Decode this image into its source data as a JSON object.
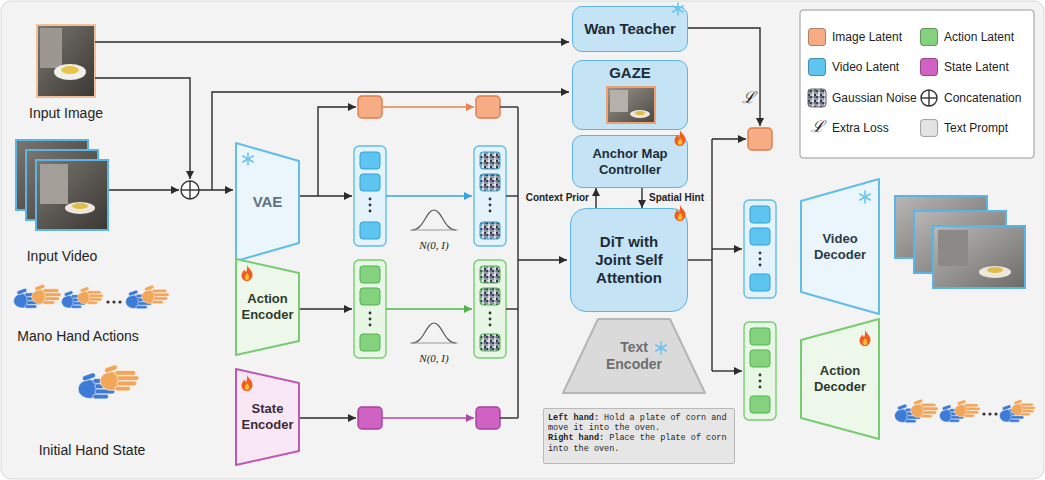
{
  "diagram": {
    "nodes": [
      {
        "text": [
          "Wan Teacher"
        ]
      },
      {
        "text": [
          "GAZE"
        ]
      },
      {
        "text": [
          "Anchor Map Controller"
        ]
      },
      {
        "text": [
          "DiT with Joint Self Attention"
        ]
      },
      {
        "text": [
          "VAE"
        ]
      },
      {
        "text": [
          "Action Encoder"
        ]
      },
      {
        "text": [
          "State Encoder"
        ]
      },
      {
        "text": [
          "Text Encoder"
        ]
      },
      {
        "text": [
          "Left hand:",
          "Hold a plate of corn and move it into the oven.",
          "Right hand:",
          "Place the plate of corn into the oven."
        ]
      },
      {
        "text": [
          "Video Decoder"
        ]
      },
      {
        "text": [
          "Action Decoder"
        ]
      }
    ],
    "edges": [
      {
        "from": 3,
        "to": 2,
        "label": "Context Prior",
        "arrow": "to"
      },
      {
        "from": 2,
        "to": 3,
        "label": "Spatial Hint",
        "arrow": "to"
      }
    ],
    "labels": [
      "Input Image",
      "Input Video",
      "Mano Hand Actions",
      "Initial Hand State",
      "N(0, I)",
      "N(0, I)",
      "ℒ",
      "ℒ"
    ],
    "legend": [
      {
        "text": "Image Latent",
        "color": "#f6ad86"
      },
      {
        "text": "Action Latent",
        "color": "#85d27e"
      },
      {
        "text": "Video Latent",
        "color": "#5ec5f0"
      },
      {
        "text": "State Latent",
        "color": "#d062c4"
      },
      {
        "text": "Gaussian Noise"
      },
      {
        "text": "Concatenation"
      },
      {
        "text": "Extra Loss"
      },
      {
        "text": "Text Prompt",
        "color": "#e3e3e3"
      }
    ]
  }
}
